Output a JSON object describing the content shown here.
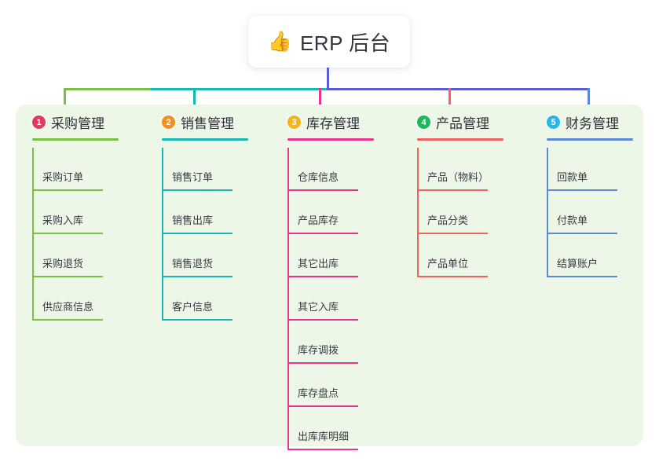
{
  "root": {
    "icon": "thumbs-up-icon",
    "icon_glyph": "👍",
    "title": "ERP 后台"
  },
  "panel": {
    "background_color": "#edf7e8"
  },
  "trunk": {
    "stem_color": "#5b5bd6",
    "segment_colors": [
      "#7ac143",
      "#16b9ac",
      "#5b5bd6",
      "#5b5bd6"
    ],
    "drop_colors": [
      "#7ac143",
      "#16b9ac",
      "#e8368f",
      "#f2635f",
      "#5b8bd6"
    ]
  },
  "columns": [
    {
      "number": "1",
      "title": "采购管理",
      "badge_color": "#e8365f",
      "line_color": "#7ac143",
      "items": [
        {
          "label": "采购订单"
        },
        {
          "label": "采购入库"
        },
        {
          "label": "采购退货"
        },
        {
          "label": "供应商信息"
        }
      ]
    },
    {
      "number": "2",
      "title": "销售管理",
      "badge_color": "#f5901f",
      "line_color": "#16b9ac",
      "items": [
        {
          "label": "销售订单"
        },
        {
          "label": "销售出库"
        },
        {
          "label": "销售退货"
        },
        {
          "label": "客户信息"
        }
      ]
    },
    {
      "number": "3",
      "title": "库存管理",
      "badge_color": "#f5b31f",
      "line_color": "#e8368f",
      "items": [
        {
          "label": "仓库信息"
        },
        {
          "label": "产品库存"
        },
        {
          "label": "其它出库"
        },
        {
          "label": "其它入库"
        },
        {
          "label": "库存调拨"
        },
        {
          "label": "库存盘点"
        },
        {
          "label": "出库库明细"
        }
      ]
    },
    {
      "number": "4",
      "title": "产品管理",
      "badge_color": "#1cb95a",
      "line_color": "#f2635f",
      "items": [
        {
          "label": "产品（物料）"
        },
        {
          "label": "产品分类"
        },
        {
          "label": "产品单位"
        }
      ]
    },
    {
      "number": "5",
      "title": "财务管理",
      "badge_color": "#29b6e8",
      "line_color": "#5b8bd6",
      "items": [
        {
          "label": "回款单"
        },
        {
          "label": "付款单"
        },
        {
          "label": "结算账户"
        }
      ]
    }
  ]
}
